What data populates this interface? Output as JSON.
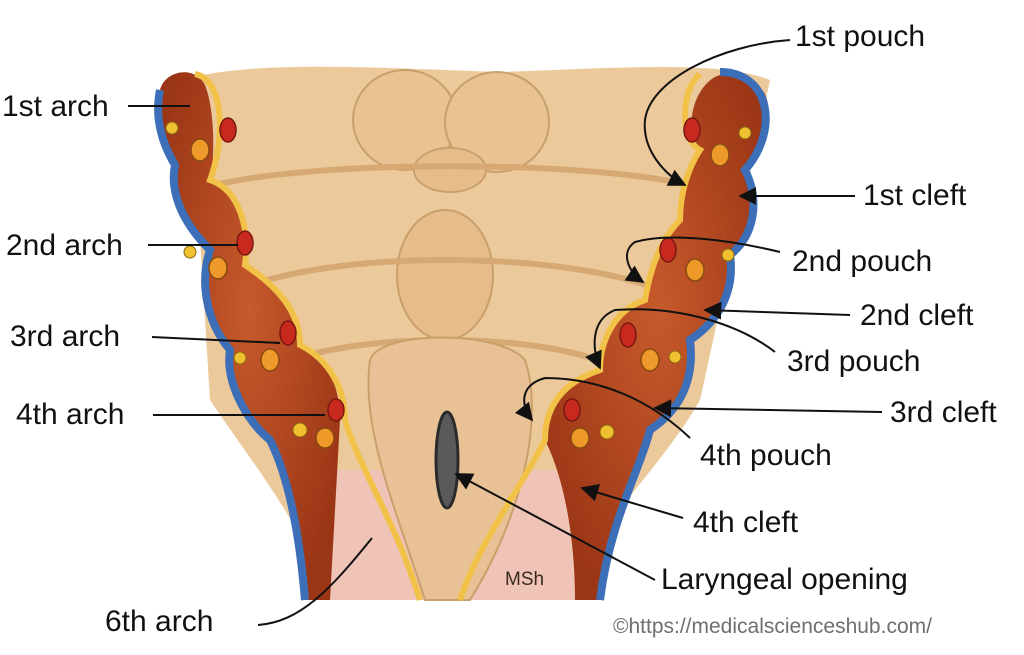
{
  "labels": {
    "arch1": "1st arch",
    "arch2": "2nd arch",
    "arch3": "3rd arch",
    "arch4": "4th arch",
    "arch6": "6th arch",
    "pouch1": "1st pouch",
    "pouch2": "2nd pouch",
    "pouch3": "3rd pouch",
    "pouch4": "4th pouch",
    "cleft1": "1st cleft",
    "cleft2": "2nd cleft",
    "cleft3": "3rd cleft",
    "cleft4": "4th cleft",
    "laryngeal": "Laryngeal opening"
  },
  "signature": "MSh",
  "credit": "©https://medicalscienceshub.com/",
  "colors": {
    "tissue": "#ecc99a",
    "tissue_shade": "#d9ad78",
    "arch_fill": "#b5461f",
    "ectoderm_blue": "#3d6fb8",
    "endoderm_yellow": "#f2c248",
    "artery_red": "#c8291f",
    "nerve_yellow": "#f0b73a",
    "mesenchyme_pink": "#efc3b6"
  }
}
